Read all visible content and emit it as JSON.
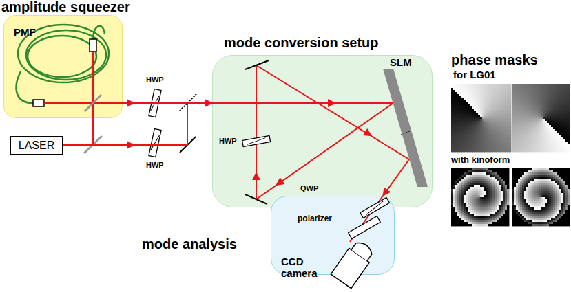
{
  "diagram": {
    "nodes": [
      {
        "text": [
          "amplitude squeezer"
        ]
      },
      {
        "text": [
          "LASER"
        ]
      },
      {
        "text": [
          "mode conversion setup"
        ]
      },
      {
        "text": [
          "mode analysis"
        ]
      }
    ],
    "edges": [
      {
        "from": 0,
        "to": 2,
        "arrow": "to"
      },
      {
        "from": 1,
        "to": 2,
        "arrow": "to"
      },
      {
        "from": 1,
        "to": 0,
        "arrow": "none"
      },
      {
        "from": 2,
        "to": 3,
        "arrow": "to"
      }
    ],
    "labels": [
      "PMF",
      "HWP",
      "HWP",
      "HWP",
      "SLM",
      "QWP",
      "polarizer",
      "CCD camera",
      "phase masks",
      "for LG01",
      "with kinoform"
    ]
  }
}
